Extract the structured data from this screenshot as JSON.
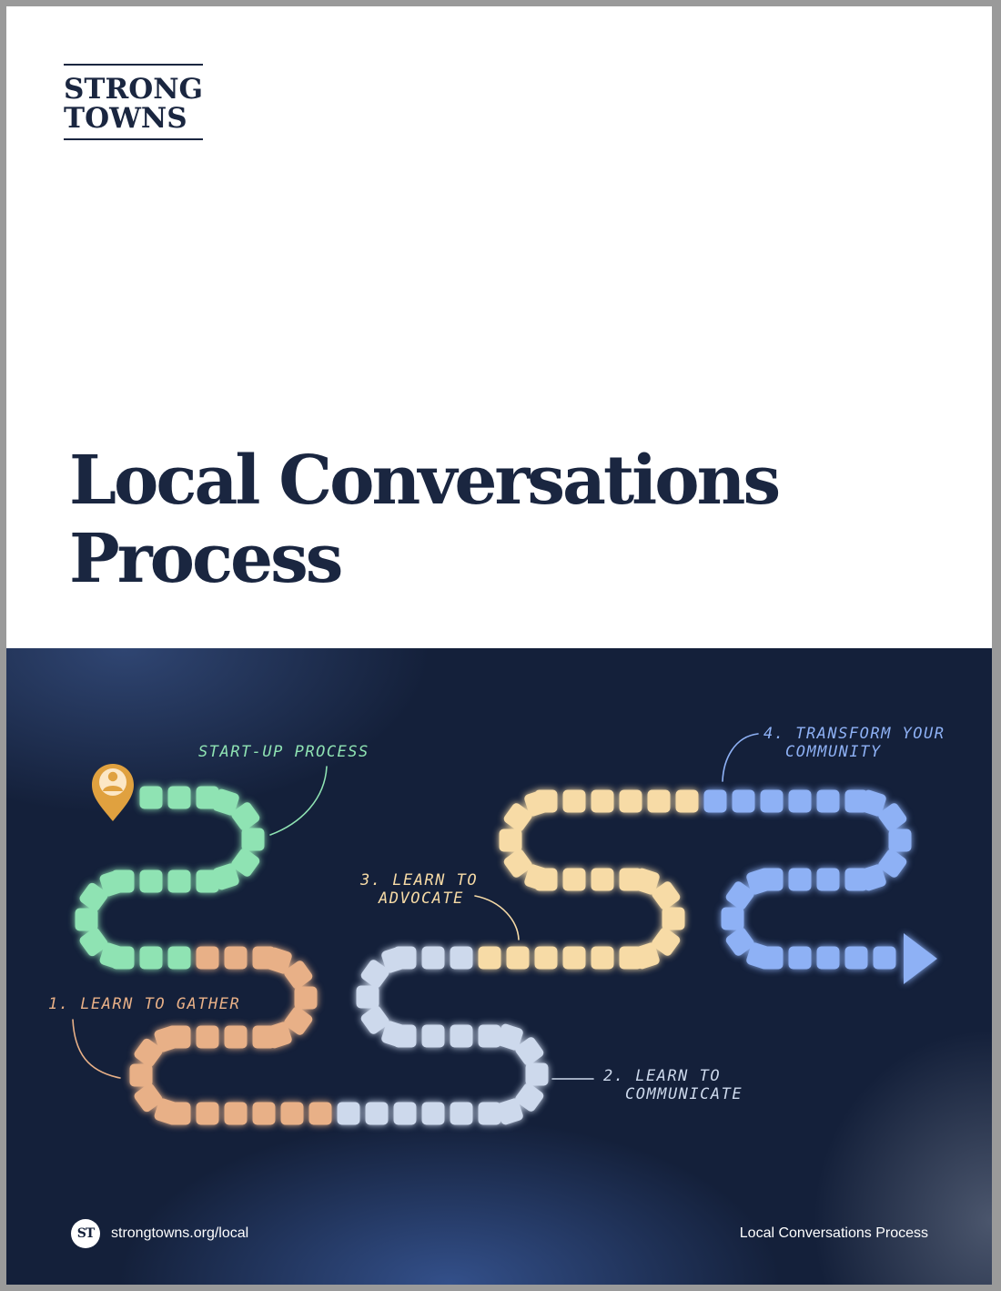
{
  "brand": {
    "logo_line1": "STRONG",
    "logo_line2": "TOWNS",
    "footer_mark": "ST",
    "url": "strongtowns.org/local"
  },
  "document": {
    "title_line1": "Local Conversations",
    "title_line2": "Process",
    "footer_title": "Local Conversations Process"
  },
  "journey": {
    "start_marker_icon": "location-pin-person-icon",
    "end_marker_icon": "arrow-right-icon",
    "stages": [
      {
        "label_lines": [
          "START-UP PROCESS"
        ],
        "color": "#8fe3b3"
      },
      {
        "label_lines": [
          "1. LEARN TO GATHER"
        ],
        "color": "#e8b087"
      },
      {
        "label_lines": [
          "2. LEARN TO",
          "COMMUNICATE"
        ],
        "color": "#cdd9ec"
      },
      {
        "label_lines": [
          "3. LEARN TO",
          "ADVOCATE"
        ],
        "color": "#f7dba6"
      },
      {
        "label_lines": [
          "4. TRANSFORM YOUR",
          "COMMUNITY"
        ],
        "color": "#8eb1f5"
      }
    ]
  },
  "colors": {
    "navy": "#1a2640",
    "panel": "#14203a",
    "pin": "#e0a13f",
    "label_green": "#8fe3b3",
    "label_orange": "#e8b087",
    "label_light": "#cdd9ec",
    "label_yellow": "#f7dba6",
    "label_blue": "#8eb1f5"
  }
}
